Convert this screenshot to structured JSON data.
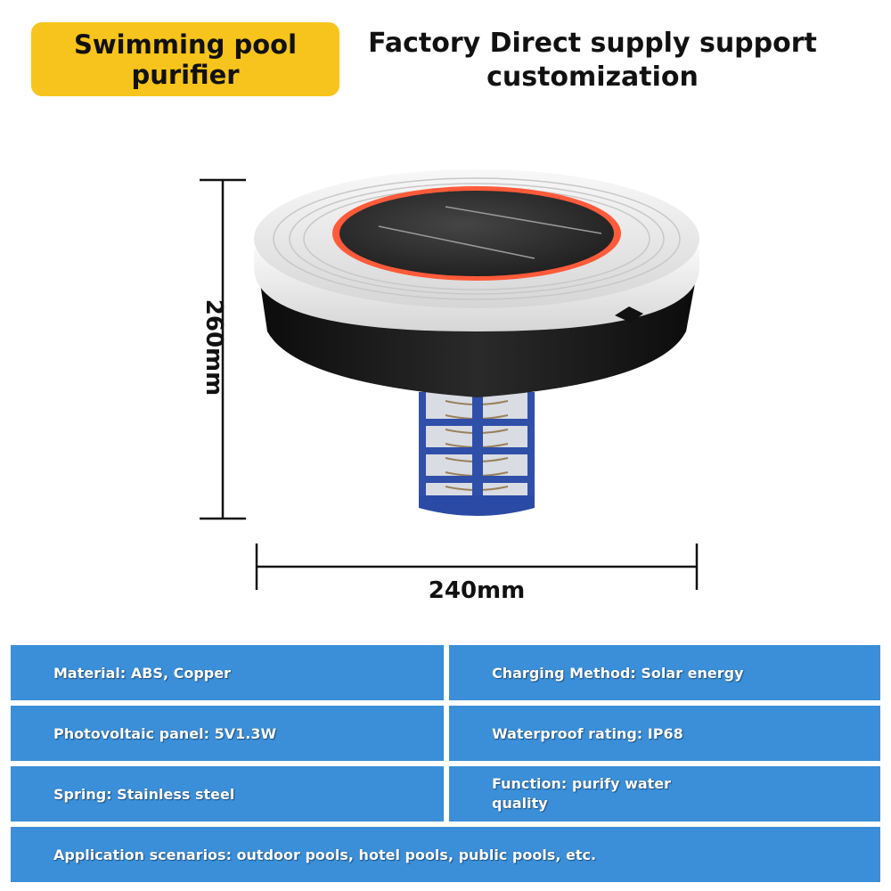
{
  "badge": {
    "text": "Swimming pool purifier",
    "color": "#f6c41c"
  },
  "headline": "Factory Direct supply support customization",
  "dimensions": {
    "height": "260mm",
    "width": "240mm"
  },
  "product": {
    "icon": "solar-pool-ionizer-illustration"
  },
  "specs": {
    "material": "Material: ABS, Copper",
    "charging": "Charging Method: Solar energy",
    "panel": "Photovoltaic panel: 5V1.3W",
    "waterproof": "Waterproof rating: IP68",
    "spring": "Spring: Stainless steel",
    "function": "Function: purify water quality",
    "application": "Application scenarios: outdoor pools, hotel pools, public pools, etc.",
    "cell_color": "#3a8fd8"
  }
}
